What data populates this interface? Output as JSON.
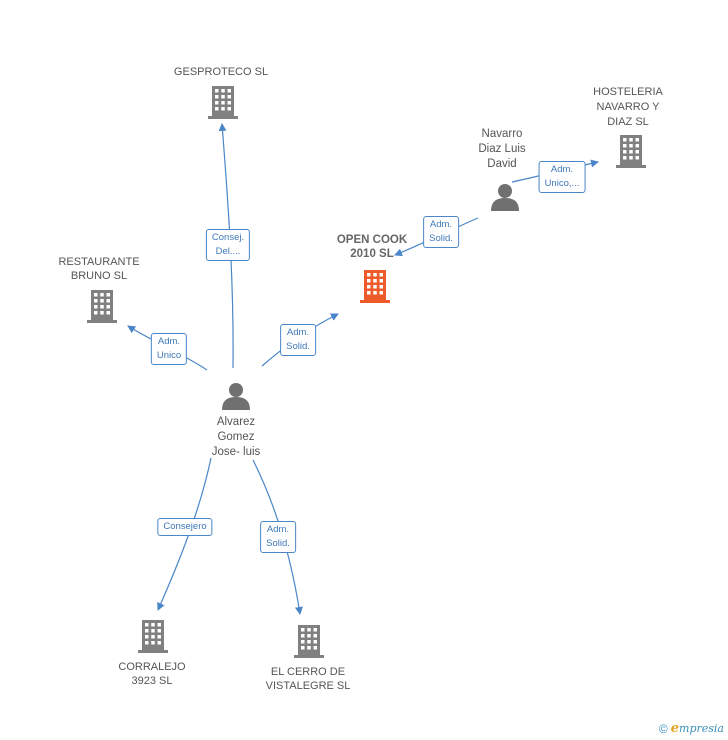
{
  "colors": {
    "edge": "#4a86c8",
    "company": "#808080",
    "focus": "#ee5a2a",
    "person": "#707070"
  },
  "nodes": {
    "gesproteco": "GESPROTECO SL",
    "hosteleria": "HOSTELERIA\nNAVARRO Y\nDIAZ SL",
    "navarro": "Navarro\nDiaz Luis\nDavid",
    "opencook": "OPEN COOK\n2010 SL",
    "restaurante": "RESTAURANTE\nBRUNO SL",
    "alvarez": "Alvarez\nGomez\nJose- luis",
    "corralejo": "CORRALEJO\n3923 SL",
    "cerro": "EL CERRO DE\nVISTALEGRE SL"
  },
  "edges": {
    "gesproteco": "Consej.\nDel....",
    "restaurante": "Adm.\nUnico",
    "alvarez_opencook": "Adm.\nSolid.",
    "navarro_opencook": "Adm.\nSolid.",
    "navarro_hosteleria": "Adm.\nUnico,...",
    "corralejo": "Consejero",
    "cerro": "Adm.\nSolid."
  },
  "footer": {
    "copyright": "©",
    "brand_initial": "e",
    "brand_rest": "mpresia"
  }
}
